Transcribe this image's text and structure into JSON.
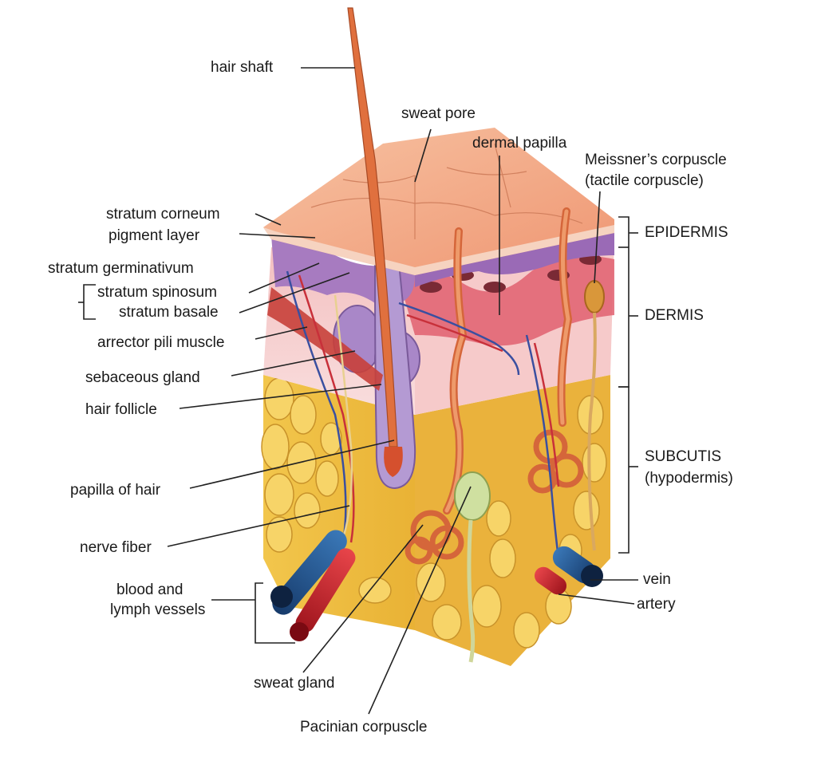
{
  "labels": {
    "hair_shaft": "hair shaft",
    "sweat_pore": "sweat pore",
    "dermal_papilla": "dermal papilla",
    "meissner_1": "Meissner’s corpuscle",
    "meissner_2": "(tactile corpuscle)",
    "stratum_corneum": "stratum corneum",
    "pigment_layer": "pigment layer",
    "stratum_germinativum": "stratum germinativum",
    "stratum_spinosum": "stratum spinosum",
    "stratum_basale": "stratum basale",
    "arrector_pili": "arrector pili muscle",
    "sebaceous_gland": "sebaceous gland",
    "hair_follicle": "hair follicle",
    "papilla_of_hair": "papilla of hair",
    "nerve_fiber": "nerve fiber",
    "blood_lymph_1": "blood and",
    "blood_lymph_2": "lymph vessels",
    "sweat_gland": "sweat gland",
    "pacinian": "Pacinian corpuscle",
    "epidermis": "EPIDERMIS",
    "dermis": "DERMIS",
    "subcutis_1": "SUBCUTIS",
    "subcutis_2": "(hypodermis)",
    "vein": "vein",
    "artery": "artery"
  },
  "colors": {
    "skin_surface": "#f4a480",
    "epidermis_purple": "#9d6fb5",
    "dermis_pink": "#f2b5b0",
    "dermis_red": "#d94a55",
    "fat_yellow": "#f0c24a",
    "vein_blue": "#1f4f8a",
    "artery_red": "#c8202a",
    "hair_orange": "#d9693a",
    "leader_line": "#222222"
  }
}
